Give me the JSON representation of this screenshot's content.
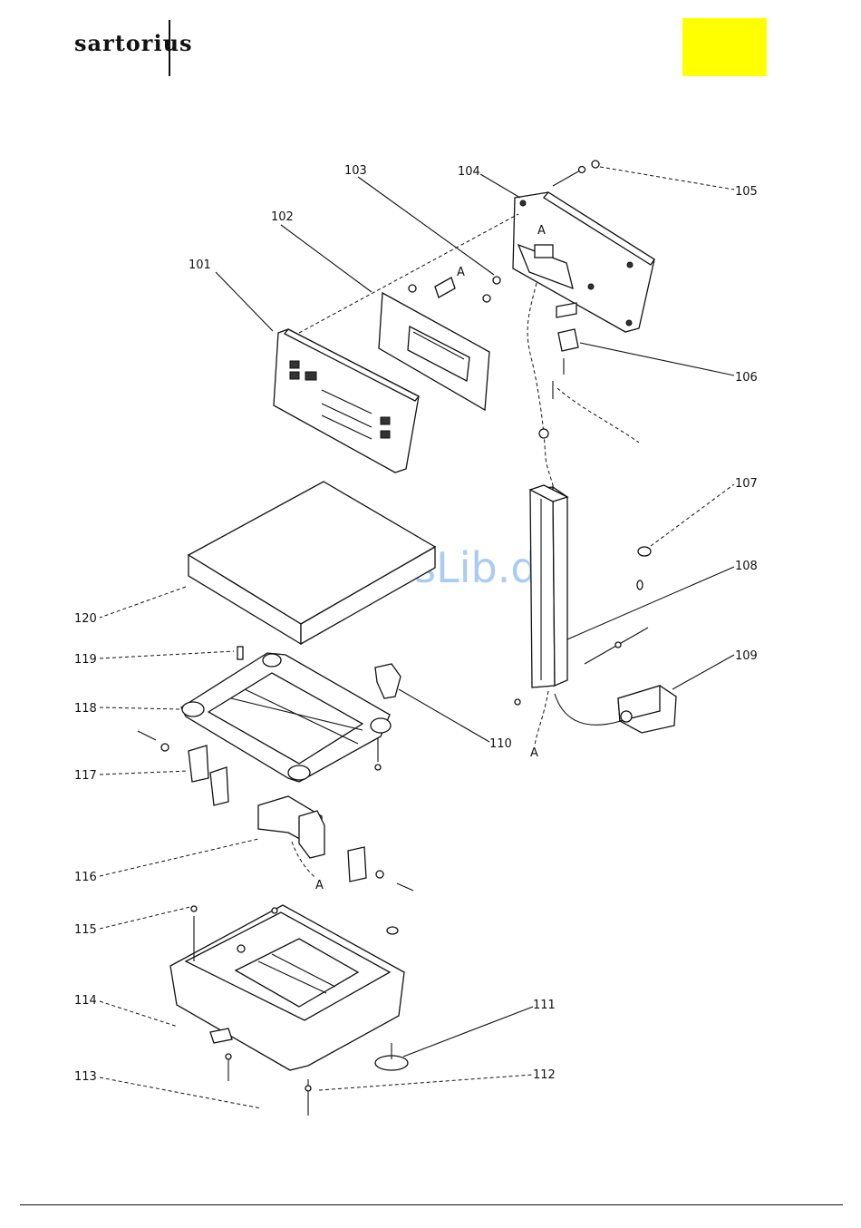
{
  "header": {
    "brand": "sartorius",
    "tab_color": "#ffff00"
  },
  "watermark": "ManualsLib.de",
  "callouts": {
    "p101": "101",
    "p102": "102",
    "p103": "103",
    "p104": "104",
    "p105": "105",
    "p106": "106",
    "p107": "107",
    "p108": "108",
    "p109": "109",
    "p110": "110",
    "p111": "111",
    "p112": "112",
    "p113": "113",
    "p114": "114",
    "p115": "115",
    "p116": "116",
    "p117": "117",
    "p118": "118",
    "p119": "119",
    "p120": "120"
  },
  "connector_marks": {
    "a1": "A",
    "a2": "A",
    "a3": "A",
    "a4": "A"
  }
}
